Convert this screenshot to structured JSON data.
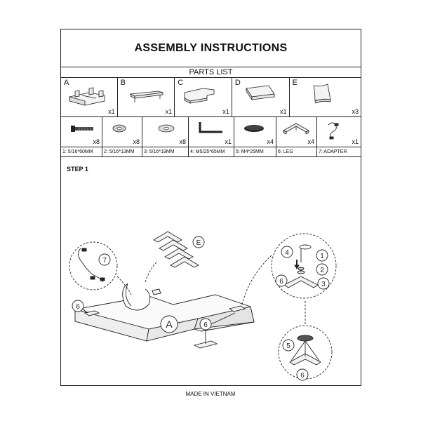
{
  "header": {
    "title": "ASSEMBLY INSTRUCTIONS"
  },
  "parts_list": {
    "title": "PARTS LIST",
    "parts": [
      {
        "letter": "A",
        "qty": "x1",
        "icon": "sofa-base-icon"
      },
      {
        "letter": "B",
        "qty": "x1",
        "icon": "bench-icon"
      },
      {
        "letter": "C",
        "qty": "x1",
        "icon": "corner-cushion-icon"
      },
      {
        "letter": "D",
        "qty": "x1",
        "icon": "seat-cushion-icon"
      },
      {
        "letter": "E",
        "qty": "x3",
        "icon": "pillow-icon"
      }
    ],
    "hardware": [
      {
        "qty": "x8",
        "icon": "bolt-icon"
      },
      {
        "qty": "x8",
        "icon": "washer-icon"
      },
      {
        "qty": "x8",
        "icon": "flat-washer-icon"
      },
      {
        "qty": "x1",
        "icon": "allen-key-icon"
      },
      {
        "qty": "x4",
        "icon": "felt-pad-icon"
      },
      {
        "qty": "x4",
        "icon": "leg-bracket-icon"
      },
      {
        "qty": "x1",
        "icon": "adapter-icon"
      }
    ],
    "hardware_labels": [
      "1: 5/16*60MM",
      "2: 5/16*13MM",
      "3: 5/16*19MM",
      "4: M5/25*65MM",
      "5: M4*25MM",
      "6: LEG",
      "7: ADAPTER"
    ]
  },
  "step": {
    "label": "STEP 1",
    "callouts": {
      "base": "A",
      "legs_stack": "E",
      "adapter": "7",
      "leg_left": "6",
      "leg_right": "6",
      "detail_4": "4",
      "detail_1": "1",
      "detail_2": "2",
      "detail_3": "3",
      "detail_6a": "6",
      "detail_5": "5",
      "detail_6b": "6"
    }
  },
  "footer": {
    "made_in": "MADE IN VIETNAM"
  }
}
